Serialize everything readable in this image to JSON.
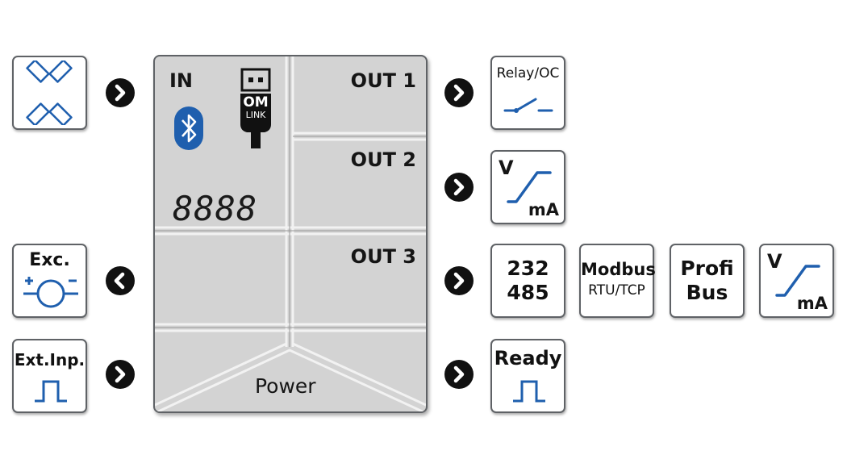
{
  "inputs": {
    "bridge_sensor": {
      "name": "bridge-sensor-icon"
    },
    "excitation": {
      "label": "Exc."
    },
    "external_input": {
      "label": "Ext.Inp."
    }
  },
  "panel": {
    "in_label": "IN",
    "om_link": {
      "line1": "OM",
      "line2": "LINK"
    },
    "display_value": "8888",
    "out1_label": "OUT 1",
    "out2_label": "OUT 2",
    "out3_label": "OUT 3",
    "power_label": "Power"
  },
  "outputs": {
    "out1": {
      "label": "Relay/OC"
    },
    "out2": {
      "v_label": "V",
      "ma_label": "mA"
    },
    "out3_options": [
      {
        "line1": "232",
        "line2": "485"
      },
      {
        "line1": "Modbus",
        "line2": "RTU/TCP"
      },
      {
        "line1": "Profi",
        "line2": "Bus"
      },
      {
        "v_label": "V",
        "ma_label": "mA"
      }
    ],
    "power": {
      "label": "Ready"
    }
  },
  "colors": {
    "accent_blue": "#1f5fae",
    "panel_gray": "#d3d3d3",
    "border_gray": "#5f6266"
  }
}
